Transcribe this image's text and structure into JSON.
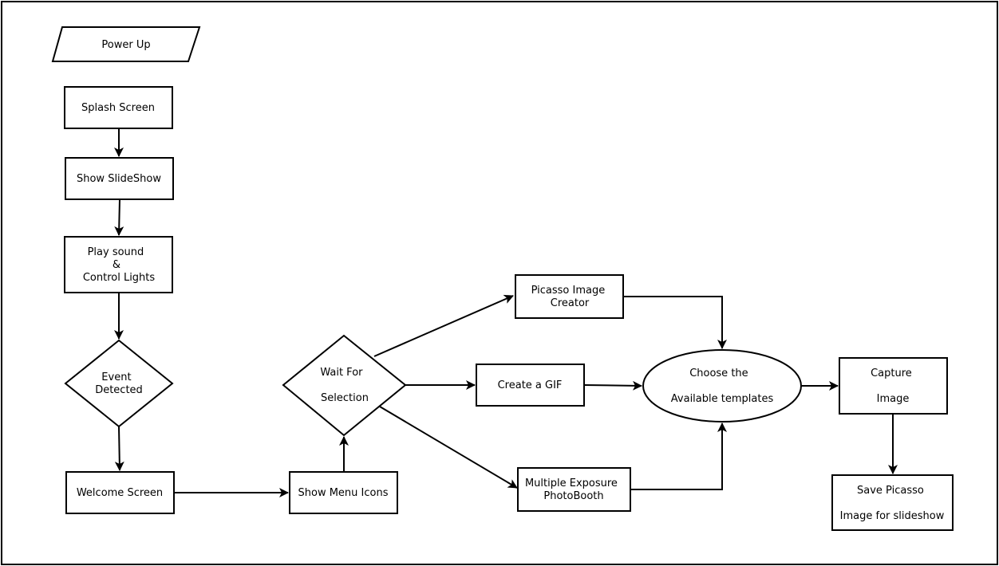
{
  "nodes": {
    "power_up": [
      "Power Up"
    ],
    "splash_screen": [
      "Splash Screen"
    ],
    "show_slideshow": [
      "Show SlideShow"
    ],
    "play_sound": [
      "Play sound",
      "&",
      "Control Lights"
    ],
    "event_detected": [
      "Event",
      "Detected"
    ],
    "welcome_screen": [
      "Welcome Screen"
    ],
    "show_menu_icons": [
      "Show Menu Icons"
    ],
    "wait_for_selection": [
      "Wait For",
      "",
      "Selection"
    ],
    "picasso_creator": [
      "Picasso Image",
      "Creator"
    ],
    "create_gif": [
      "Create a GIF"
    ],
    "multiple_exposure": [
      "Multiple Exposure",
      "PhotoBooth"
    ],
    "choose_templates": [
      "Choose the",
      "",
      "Available templates"
    ],
    "capture_image": [
      "Capture",
      "",
      "Image"
    ],
    "save_picasso": [
      "Save Picasso",
      "",
      "Image for slideshow"
    ]
  }
}
